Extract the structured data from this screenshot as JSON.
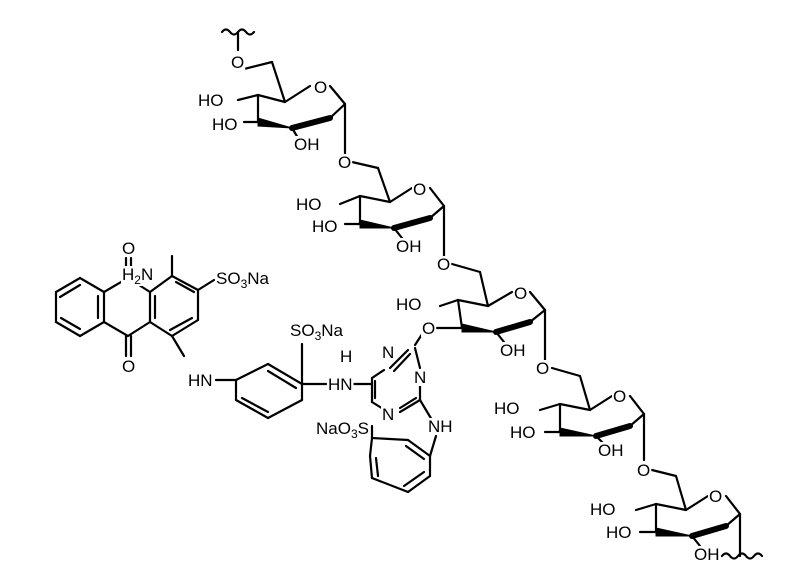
{
  "labels": {
    "o_chain_top": "O",
    "ring1_o": "O",
    "ring1_ho_a": "HO",
    "ring1_ho_b": "HO",
    "ring1_oh": "OH",
    "link12_o": "O",
    "ring2_o": "O",
    "ring2_ho_a": "HO",
    "ring2_ho_b": "HO",
    "ring2_oh": "OH",
    "link23_o": "O",
    "ring3_o": "O",
    "ring3_ho": "HO",
    "ring3_oh": "OH",
    "ring3_o_triazine": "O",
    "link34_o": "O",
    "ring4_o": "O",
    "ring4_ho_a": "HO",
    "ring4_ho_b": "HO",
    "ring4_oh": "OH",
    "link45_o": "O",
    "ring5_o": "O",
    "ring5_ho_a": "HO",
    "ring5_ho_b": "HO",
    "ring5_oh": "OH",
    "triazine_n1": "N",
    "triazine_n2": "N",
    "triazine_n3": "N",
    "nh_upper_n": "N",
    "nh_upper_h": "H",
    "nh_lower": "NH",
    "hn_anthra": "HN",
    "h2n": "H",
    "h2n_sub": "2",
    "h2n_n": "N",
    "so3na_1_pre": "SO",
    "so3na_1_sub": "3",
    "so3na_1_post": "Na",
    "so3na_2_pre": "SO",
    "so3na_2_sub": "3",
    "so3na_2_post": "Na",
    "naso3s_pre": "NaO",
    "naso3s_sub": "3",
    "naso3s_post": "S",
    "quinone_o_top": "O",
    "quinone_o_bottom": "O"
  }
}
